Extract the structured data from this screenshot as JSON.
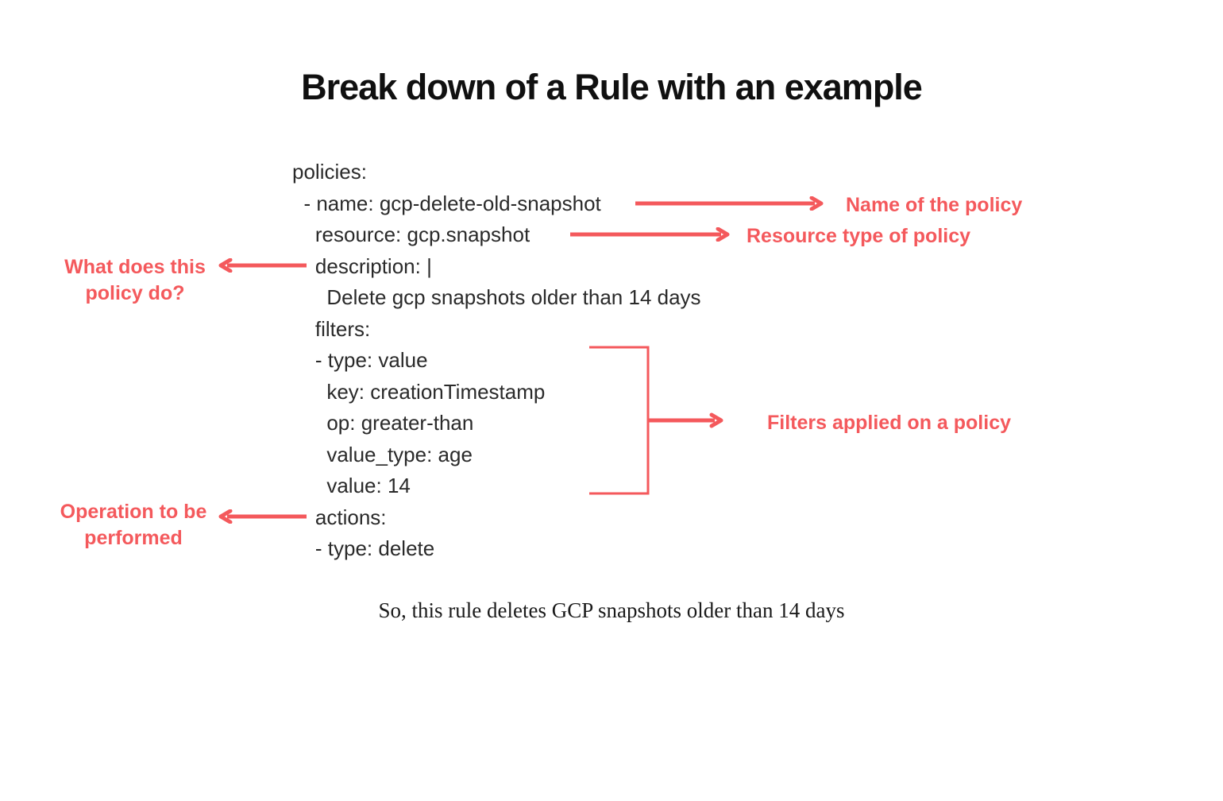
{
  "title": "Break down of a Rule with an example",
  "yaml": {
    "lines": [
      "policies:",
      "  - name: gcp-delete-old-snapshot",
      "    resource: gcp.snapshot",
      "    description: |",
      "      Delete gcp snapshots older than 14 days",
      "    filters:",
      "    - type: value",
      "      key: creationTimestamp",
      "      op: greater-than",
      "      value_type: age",
      "      value: 14",
      "    actions:",
      "    - type: delete"
    ]
  },
  "annotations": {
    "name_label": "Name of the policy",
    "resource_label": "Resource type of policy",
    "description_label": "What does this policy do?",
    "filters_label": "Filters applied on a policy",
    "actions_label": "Operation to be performed"
  },
  "footer": "So, this rule deletes GCP snapshots older than 14 days",
  "colors": {
    "accent_red": "#F4595C",
    "text_black": "#1E1E1E",
    "background": "#FFFFFF"
  }
}
